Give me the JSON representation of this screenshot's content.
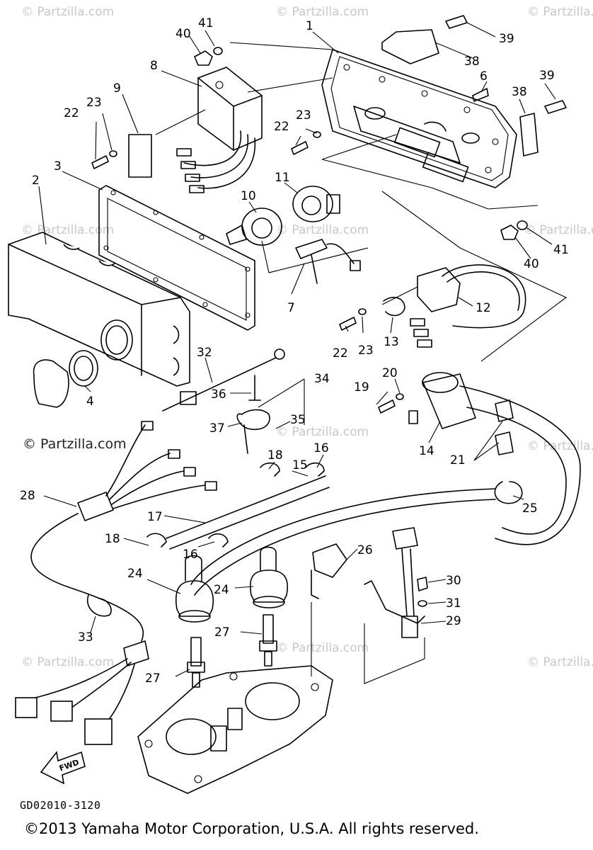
{
  "diagram": {
    "drawing_code": "GD02010-3120",
    "copyright": "©2013 Yamaha Motor Corporation, U.S.A. All rights reserved.",
    "watermark": "© Partzilla.com",
    "watermark_large": "© Partzilla.com",
    "fwd_label": "FWD",
    "callouts": {
      "c1": "1",
      "c2": "2",
      "c3": "3",
      "c4": "4",
      "c6": "6",
      "c7": "7",
      "c8": "8",
      "c9": "9",
      "c10": "10",
      "c11": "11",
      "c12": "12",
      "c13": "13",
      "c14": "14",
      "c15": "15",
      "c16a": "16",
      "c16b": "16",
      "c17": "17",
      "c18a": "18",
      "c18b": "18",
      "c19": "19",
      "c20": "20",
      "c21": "21",
      "c22a": "22",
      "c22b": "22",
      "c22c": "22",
      "c23a": "23",
      "c23b": "23",
      "c23c": "23",
      "c24a": "24",
      "c24b": "24",
      "c25": "25",
      "c26": "26",
      "c27a": "27",
      "c27b": "27",
      "c28": "28",
      "c29": "29",
      "c30": "30",
      "c31": "31",
      "c32": "32",
      "c33": "33",
      "c34": "34",
      "c35": "35",
      "c36": "36",
      "c37": "37",
      "c38a": "38",
      "c38b": "38",
      "c39a": "39",
      "c39b": "39",
      "c40a": "40",
      "c40b": "40",
      "c41a": "41",
      "c41b": "41"
    }
  }
}
